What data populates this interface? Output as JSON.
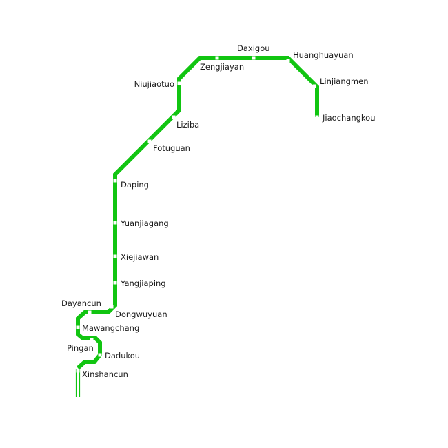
{
  "line": {
    "color": "#11c511"
  },
  "stations": [
    {
      "id": "jiaochangkou",
      "name": "Jiaochangkou"
    },
    {
      "id": "linjiangmen",
      "name": "Linjiangmen"
    },
    {
      "id": "huanghuayuan",
      "name": "Huanghuayuan"
    },
    {
      "id": "daxigou",
      "name": "Daxigou"
    },
    {
      "id": "zengjiayan",
      "name": "Zengjiayan"
    },
    {
      "id": "niujiaotuo",
      "name": "Niujiaotuo"
    },
    {
      "id": "liziba",
      "name": "Liziba"
    },
    {
      "id": "fotuguan",
      "name": "Fotuguan"
    },
    {
      "id": "daping",
      "name": "Daping"
    },
    {
      "id": "yuanjiagang",
      "name": "Yuanjiagang"
    },
    {
      "id": "xiejiawan",
      "name": "Xiejiawan"
    },
    {
      "id": "yangjiaping",
      "name": "Yangjiaping"
    },
    {
      "id": "dongwuyuan",
      "name": "Dongwuyuan"
    },
    {
      "id": "dayancun",
      "name": "Dayancun"
    },
    {
      "id": "mawangchang",
      "name": "Mawangchang"
    },
    {
      "id": "pingan",
      "name": "Pingan"
    },
    {
      "id": "dadukou",
      "name": "Dadukou"
    },
    {
      "id": "xinshancun",
      "name": "Xinshancun"
    }
  ]
}
